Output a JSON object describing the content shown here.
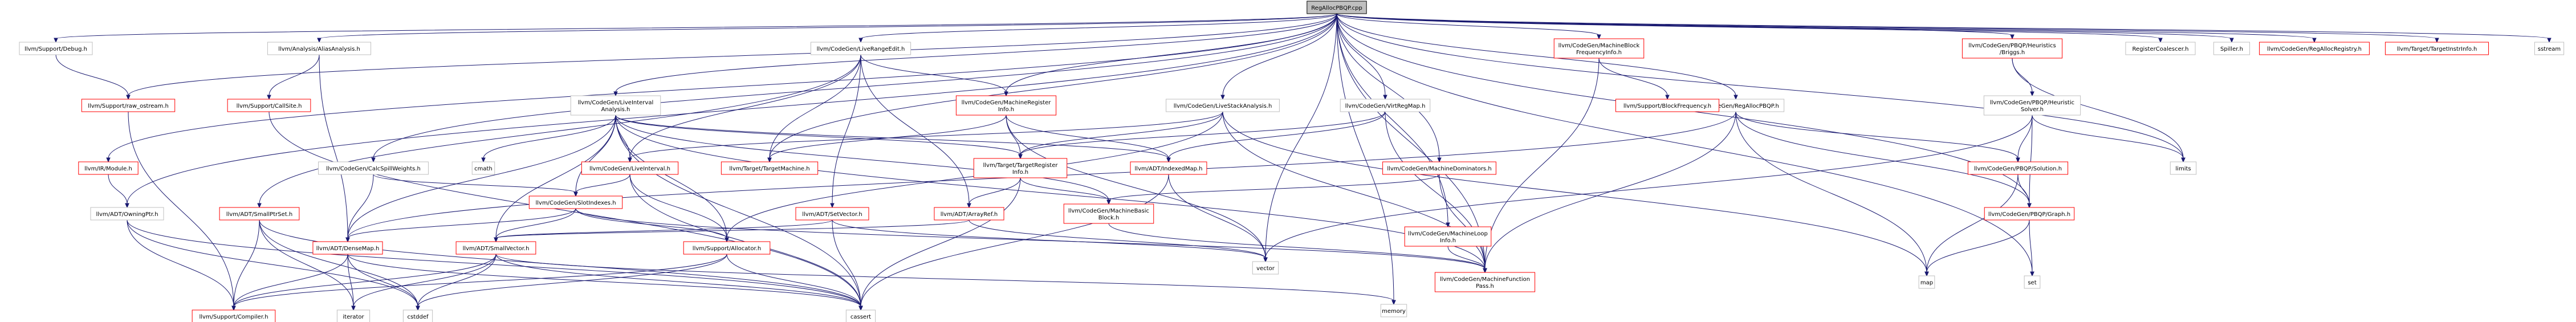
{
  "title": "",
  "colors": {
    "root_fill": "#bfbfbf",
    "root_stroke": "#000000",
    "linked_stroke": "#ff0000",
    "plain_stroke": "#bfbfbf",
    "edge": "#191970"
  },
  "nodes": [
    {
      "id": "root",
      "label": "RegAllocPBQP.cpp",
      "kind": "root"
    },
    {
      "id": "debug",
      "label": "llvm/Support/Debug.h",
      "kind": "plain"
    },
    {
      "id": "aa",
      "label": "llvm/Analysis/AliasAnalysis.h",
      "kind": "plain"
    },
    {
      "id": "lre",
      "label": "llvm/CodeGen/LiveRangeEdit.h",
      "kind": "plain"
    },
    {
      "id": "lia",
      "label": "llvm/CodeGen/LiveInterval\nAnalysis.h",
      "kind": "plain"
    },
    {
      "id": "mri",
      "label": "llvm/CodeGen/MachineRegister\nInfo.h",
      "kind": "linked"
    },
    {
      "id": "lsa",
      "label": "llvm/CodeGen/LiveStackAnalysis.h",
      "kind": "plain"
    },
    {
      "id": "vrm",
      "label": "llvm/CodeGen/VirtRegMap.h",
      "kind": "plain"
    },
    {
      "id": "mbfi",
      "label": "llvm/CodeGen/MachineBlock\nFrequencyInfo.h",
      "kind": "linked"
    },
    {
      "id": "rapbqph",
      "label": "llvm/CodeGen/RegAllocPBQP.h",
      "kind": "plain"
    },
    {
      "id": "briggs",
      "label": "llvm/CodeGen/PBQP/Heuristics\n/Briggs.h",
      "kind": "linked"
    },
    {
      "id": "regcoal",
      "label": "RegisterCoalescer.h",
      "kind": "plain"
    },
    {
      "id": "spiller",
      "label": "Spiller.h",
      "kind": "plain"
    },
    {
      "id": "rareg",
      "label": "llvm/CodeGen/RegAllocRegistry.h",
      "kind": "linked"
    },
    {
      "id": "tii",
      "label": "llvm/Target/TargetInstrInfo.h",
      "kind": "linked"
    },
    {
      "id": "sstream",
      "label": "sstream",
      "kind": "plain"
    },
    {
      "id": "raw",
      "label": "llvm/Support/raw_ostream.h",
      "kind": "linked"
    },
    {
      "id": "irmod",
      "label": "llvm/IR/Module.h",
      "kind": "linked"
    },
    {
      "id": "owning",
      "label": "llvm/ADT/OwningPtr.h",
      "kind": "plain"
    },
    {
      "id": "callsite",
      "label": "llvm/Support/CallSite.h",
      "kind": "linked"
    },
    {
      "id": "spset",
      "label": "llvm/ADT/SmallPtrSet.h",
      "kind": "linked"
    },
    {
      "id": "calc",
      "label": "llvm/CodeGen/CalcSpillWeights.h",
      "kind": "plain"
    },
    {
      "id": "cmath",
      "label": "cmath",
      "kind": "plain"
    },
    {
      "id": "li",
      "label": "llvm/CodeGen/LiveInterval.h",
      "kind": "linked"
    },
    {
      "id": "tm",
      "label": "llvm/Target/TargetMachine.h",
      "kind": "linked"
    },
    {
      "id": "tri",
      "label": "llvm/Target/TargetRegister\nInfo.h",
      "kind": "linked"
    },
    {
      "id": "imap",
      "label": "llvm/ADT/IndexedMap.h",
      "kind": "linked"
    },
    {
      "id": "slot",
      "label": "llvm/CodeGen/SlotIndexes.h",
      "kind": "linked"
    },
    {
      "id": "setvec",
      "label": "llvm/ADT/SetVector.h",
      "kind": "linked"
    },
    {
      "id": "aref",
      "label": "llvm/ADT/ArrayRef.h",
      "kind": "linked"
    },
    {
      "id": "mbb",
      "label": "llvm/CodeGen/MachineBasic\nBlock.h",
      "kind": "linked"
    },
    {
      "id": "mdom",
      "label": "llvm/CodeGen/MachineDominators.h",
      "kind": "linked"
    },
    {
      "id": "mloop",
      "label": "llvm/CodeGen/MachineLoop\nInfo.h",
      "kind": "linked"
    },
    {
      "id": "blockfreq",
      "label": "llvm/Support/BlockFrequency.h",
      "kind": "linked"
    },
    {
      "id": "solver",
      "label": "llvm/CodeGen/PBQP/Heuristic\nSolver.h",
      "kind": "plain"
    },
    {
      "id": "solution",
      "label": "llvm/CodeGen/PBQP/Solution.h",
      "kind": "linked"
    },
    {
      "id": "graph",
      "label": "llvm/CodeGen/PBQP/Graph.h",
      "kind": "linked"
    },
    {
      "id": "limits",
      "label": "limits",
      "kind": "plain"
    },
    {
      "id": "dmap",
      "label": "llvm/ADT/DenseMap.h",
      "kind": "linked"
    },
    {
      "id": "svec",
      "label": "llvm/ADT/SmallVector.h",
      "kind": "linked"
    },
    {
      "id": "alloc",
      "label": "llvm/Support/Allocator.h",
      "kind": "linked"
    },
    {
      "id": "mfp",
      "label": "llvm/CodeGen/MachineFunction\nPass.h",
      "kind": "linked"
    },
    {
      "id": "vector",
      "label": "vector",
      "kind": "plain"
    },
    {
      "id": "map",
      "label": "map",
      "kind": "plain"
    },
    {
      "id": "set",
      "label": "set",
      "kind": "plain"
    },
    {
      "id": "compiler",
      "label": "llvm/Support/Compiler.h",
      "kind": "linked"
    },
    {
      "id": "iterator",
      "label": "iterator",
      "kind": "plain"
    },
    {
      "id": "cstddef",
      "label": "cstddef",
      "kind": "plain"
    },
    {
      "id": "cassert",
      "label": "cassert",
      "kind": "plain"
    },
    {
      "id": "memory",
      "label": "memory",
      "kind": "plain"
    }
  ],
  "edges": [
    [
      "root",
      "debug"
    ],
    [
      "root",
      "raw"
    ],
    [
      "root",
      "aa"
    ],
    [
      "root",
      "lre"
    ],
    [
      "root",
      "lia"
    ],
    [
      "root",
      "mri"
    ],
    [
      "root",
      "lsa"
    ],
    [
      "root",
      "vrm"
    ],
    [
      "root",
      "mbfi"
    ],
    [
      "root",
      "mloop"
    ],
    [
      "root",
      "mdom"
    ],
    [
      "root",
      "mfp"
    ],
    [
      "root",
      "rapbqph"
    ],
    [
      "root",
      "briggs"
    ],
    [
      "root",
      "regcoal"
    ],
    [
      "root",
      "spiller"
    ],
    [
      "root",
      "rareg"
    ],
    [
      "root",
      "tii"
    ],
    [
      "root",
      "sstream"
    ],
    [
      "root",
      "irmod"
    ],
    [
      "root",
      "owning"
    ],
    [
      "root",
      "calc"
    ],
    [
      "root",
      "tm"
    ],
    [
      "root",
      "limits"
    ],
    [
      "root",
      "memory"
    ],
    [
      "root",
      "set"
    ],
    [
      "root",
      "vector"
    ],
    [
      "root",
      "graph"
    ],
    [
      "debug",
      "raw"
    ],
    [
      "raw",
      "compiler"
    ],
    [
      "aa",
      "callsite"
    ],
    [
      "aa",
      "dmap"
    ],
    [
      "lre",
      "spset"
    ],
    [
      "lre",
      "li"
    ],
    [
      "lre",
      "mri"
    ],
    [
      "lre",
      "tm"
    ],
    [
      "lre",
      "aref"
    ],
    [
      "lre",
      "setvec"
    ],
    [
      "lia",
      "cmath"
    ],
    [
      "lia",
      "li"
    ],
    [
      "lia",
      "slot"
    ],
    [
      "lia",
      "imap"
    ],
    [
      "lia",
      "tri"
    ],
    [
      "lia",
      "mbb"
    ],
    [
      "lia",
      "mfp"
    ],
    [
      "lia",
      "alloc"
    ],
    [
      "lia",
      "svec"
    ],
    [
      "lia",
      "dmap"
    ],
    [
      "lia",
      "cassert"
    ],
    [
      "mri",
      "tri"
    ],
    [
      "mri",
      "imap"
    ],
    [
      "mri",
      "tm"
    ],
    [
      "mri",
      "vector"
    ],
    [
      "lsa",
      "li"
    ],
    [
      "lsa",
      "tri"
    ],
    [
      "lsa",
      "mfp"
    ],
    [
      "lsa",
      "alloc"
    ],
    [
      "lsa",
      "map"
    ],
    [
      "vrm",
      "imap"
    ],
    [
      "vrm",
      "tri"
    ],
    [
      "vrm",
      "mfp"
    ],
    [
      "mbfi",
      "blockfreq"
    ],
    [
      "mbfi",
      "mfp"
    ],
    [
      "rapbqph",
      "graph"
    ],
    [
      "rapbqph",
      "solution"
    ],
    [
      "rapbqph",
      "mfp"
    ],
    [
      "rapbqph",
      "map"
    ],
    [
      "rapbqph",
      "dmap"
    ],
    [
      "briggs",
      "solver"
    ],
    [
      "briggs",
      "limits"
    ],
    [
      "solver",
      "solution"
    ],
    [
      "solver",
      "graph"
    ],
    [
      "solver",
      "vector"
    ],
    [
      "solver",
      "limits"
    ],
    [
      "solution",
      "graph"
    ],
    [
      "solution",
      "map"
    ],
    [
      "graph",
      "set"
    ],
    [
      "graph",
      "map"
    ],
    [
      "irmod",
      "owning"
    ],
    [
      "owning",
      "compiler"
    ],
    [
      "owning",
      "cassert"
    ],
    [
      "owning",
      "cstddef"
    ],
    [
      "callsite",
      "cassert"
    ],
    [
      "spset",
      "compiler"
    ],
    [
      "spset",
      "iterator"
    ],
    [
      "spset",
      "cstddef"
    ],
    [
      "spset",
      "cassert"
    ],
    [
      "calc",
      "slot"
    ],
    [
      "calc",
      "dmap"
    ],
    [
      "li",
      "slot"
    ],
    [
      "li",
      "alloc"
    ],
    [
      "li",
      "cassert"
    ],
    [
      "tri",
      "mbb"
    ],
    [
      "tri",
      "aref"
    ],
    [
      "tri",
      "cassert"
    ],
    [
      "imap",
      "vector"
    ],
    [
      "imap",
      "cassert"
    ],
    [
      "slot",
      "dmap"
    ],
    [
      "slot",
      "svec"
    ],
    [
      "slot",
      "alloc"
    ],
    [
      "slot",
      "mfp"
    ],
    [
      "setvec",
      "svec"
    ],
    [
      "setvec",
      "vector"
    ],
    [
      "setvec",
      "cassert"
    ],
    [
      "aref",
      "svec"
    ],
    [
      "aref",
      "vector"
    ],
    [
      "mbb",
      "mfp"
    ],
    [
      "mdom",
      "mbb"
    ],
    [
      "mdom",
      "mfp"
    ],
    [
      "mloop",
      "mfp"
    ],
    [
      "dmap",
      "compiler"
    ],
    [
      "dmap",
      "iterator"
    ],
    [
      "dmap",
      "cstddef"
    ],
    [
      "dmap",
      "cassert"
    ],
    [
      "svec",
      "compiler"
    ],
    [
      "svec",
      "iterator"
    ],
    [
      "svec",
      "cstddef"
    ],
    [
      "svec",
      "cassert"
    ],
    [
      "svec",
      "memory"
    ],
    [
      "alloc",
      "compiler"
    ],
    [
      "alloc",
      "cstddef"
    ],
    [
      "alloc",
      "cassert"
    ]
  ]
}
